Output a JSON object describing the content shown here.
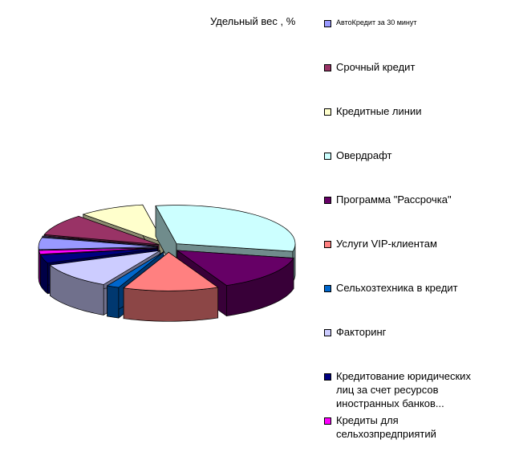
{
  "chart_data": {
    "type": "pie",
    "style": "3d-exploded",
    "title": "Удельный вес , %",
    "legend_placement": "right",
    "slices": [
      {
        "label": "АвтоКредит за 30 минут",
        "value": 0.3,
        "color": "#9999ff"
      },
      {
        "label": "Срочный кредит",
        "value": 9,
        "color": "#993366"
      },
      {
        "label": "Кредитные линии",
        "value": 9,
        "color": "#ffffcc"
      },
      {
        "label": "Овердрафт",
        "value": 31,
        "color": "#ccffff"
      },
      {
        "label": "Программа \"Рассрочка\"",
        "value": 15,
        "color": "#660066"
      },
      {
        "label": "Услуги VIP-клиентам",
        "value": 13,
        "color": "#ff8080"
      },
      {
        "label": "Сельхозтехника в кредит",
        "value": 1.7,
        "color": "#0066cc"
      },
      {
        "label": "Факторинг",
        "value": 11,
        "color": "#ccccff"
      },
      {
        "label": "Кредитование юридических лиц за счет ресурсов иностранных банков...",
        "value": 3.5,
        "color": "#000080"
      },
      {
        "label": "Кредиты для сельхозпредприятий",
        "value": 1.5,
        "color": "#ff00ff"
      },
      {
        "label": "",
        "value": 5,
        "color": "#9999ff"
      }
    ]
  }
}
